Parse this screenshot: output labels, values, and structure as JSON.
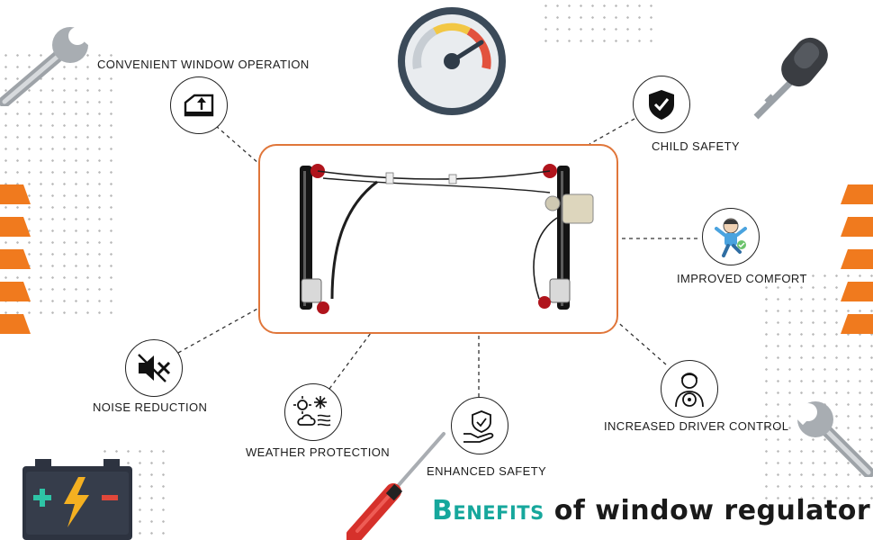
{
  "title": {
    "accent": "Benefits",
    "rest": " of window regulator"
  },
  "benefits": {
    "convenient": "CONVENIENT WINDOW OPERATION",
    "child_safety": "CHILD SAFETY",
    "comfort": "IMPROVED COMFORT",
    "noise": "NOISE REDUCTION",
    "weather": "WEATHER PROTECTION",
    "enhanced": "ENHANCED SAFETY",
    "driver_control": "INCREASED DRIVER CONTROL"
  },
  "icons": {
    "convenient": "car-window-icon",
    "child_safety": "shield-check-icon",
    "comfort": "child-relaxed-icon",
    "noise": "speaker-mute-icon",
    "weather": "weather-icon",
    "enhanced": "hand-shield-icon",
    "driver_control": "driver-icon"
  },
  "colors": {
    "accent_orange": "#e0763a",
    "teal": "#16a79c",
    "battery_body": "#2d3340",
    "battery_plus": "#2ec4a6",
    "battery_minus": "#e0473a",
    "bolt": "#f4b021",
    "screwdriver": "#d6312b"
  }
}
